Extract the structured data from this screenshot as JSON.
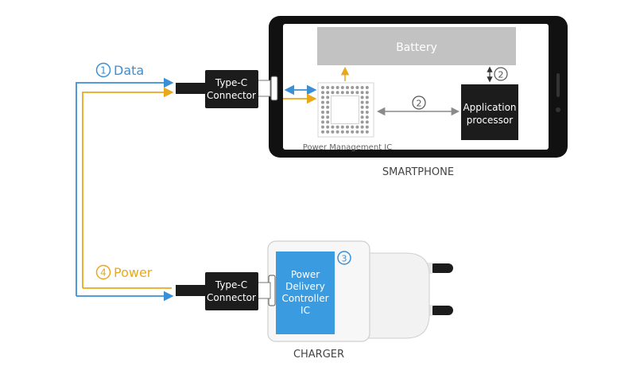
{
  "labels": {
    "data": "Data",
    "power": "Power",
    "data_num": "1",
    "power_num": "4",
    "num2": "2",
    "num3": "3",
    "battery": "Battery",
    "app_processor_line1": "Application",
    "app_processor_line2": "processor",
    "pmic": "Power Management IC",
    "smartphone": "SMARTPHONE",
    "typec_line1": "Type-C",
    "typec_line2": "Connector",
    "pd_line1": "Power",
    "pd_line2": "Delivery",
    "pd_line3": "Controller",
    "pd_line4": "IC",
    "charger": "CHARGER"
  },
  "colors": {
    "data": "#3a8fd6",
    "power": "#e9a81c",
    "pd_ic": "#3b9be0",
    "battery": "#c2c2c2",
    "dark": "#1c1c1c",
    "gray_arrow": "#8a8a8a"
  }
}
